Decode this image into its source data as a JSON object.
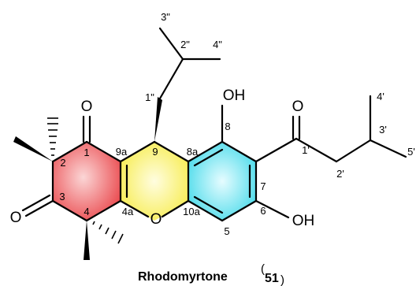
{
  "compound": {
    "name": "Rhodomyrtone",
    "number": "51",
    "paren_open": "(",
    "paren_close": ")"
  },
  "atoms": {
    "o_top_left": "O",
    "o_left": "O",
    "o_ring": "O",
    "oh_top": "OH",
    "o_acyl": "O",
    "oh_bottom": "OH"
  },
  "locants": {
    "c1": "1",
    "c2": "2",
    "c3": "3",
    "c4": "4",
    "c4a": "4a",
    "c9a": "9a",
    "c9": "9",
    "c8a": "8a",
    "c10a": "10a",
    "c8": "8",
    "c7": "7",
    "c6": "6",
    "c5": "5",
    "c1p": "1'",
    "c2p": "2'",
    "c3p": "3'",
    "c4p": "4'",
    "c5p": "5'",
    "c1pp": "1\"",
    "c2pp": "2\"",
    "c3pp": "3\"",
    "c4pp": "4\""
  },
  "ring_colors": {
    "left_ring": "#e8383d",
    "middle_ring": "#f5e934",
    "right_ring": "#2ad4e6"
  }
}
